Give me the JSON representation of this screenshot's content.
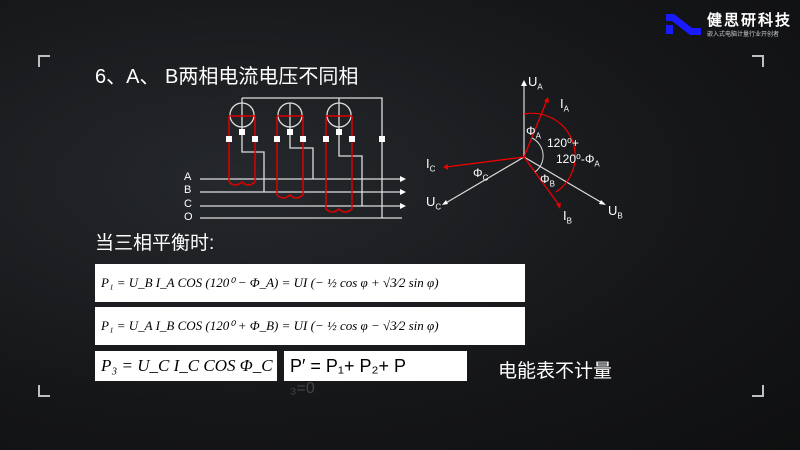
{
  "logo": {
    "name": "健思研科技",
    "tagline": "嵌入式电脑计量行业开创者",
    "accent": "#1a1aff"
  },
  "slide": {
    "title": "6、A、 B两相电流电压不同相",
    "balanced_label": "当三相平衡时:",
    "circuit": {
      "lines": [
        "A",
        "B",
        "C",
        "O"
      ]
    },
    "phasor": {
      "UA": "U",
      "UA_sub": "A",
      "IA": "I",
      "IA_sub": "A",
      "IC": "I",
      "IC_sub": "C",
      "UC": "U",
      "UC_sub": "C",
      "UB": "U",
      "UB_sub": "B",
      "IB": "I",
      "IB_sub": "B",
      "phiA": "Φ",
      "phiA_sub": "A",
      "phiB": "Φ",
      "phiB_sub": "B",
      "phiC": "Φ",
      "phiC_sub": "C",
      "angle1": "120⁰+",
      "angle2": "120⁰-Φ",
      "angle2_sub": "A"
    },
    "formulas": [
      "P₁ = U_B I_A COS (120⁰ − Φ_A) = UI (− ½ cos φ + √3⁄2 sin φ)",
      "P₁ = U_A I_B COS (120⁰ + Φ_B) = UI (− ½ cos φ − √3⁄2 sin φ)",
      "P₃ = U_C I_C COS Φ_C",
      "P′  = P₁+ P₂+ P"
    ],
    "overflow": "₃=0",
    "note": "电能表不计量"
  }
}
